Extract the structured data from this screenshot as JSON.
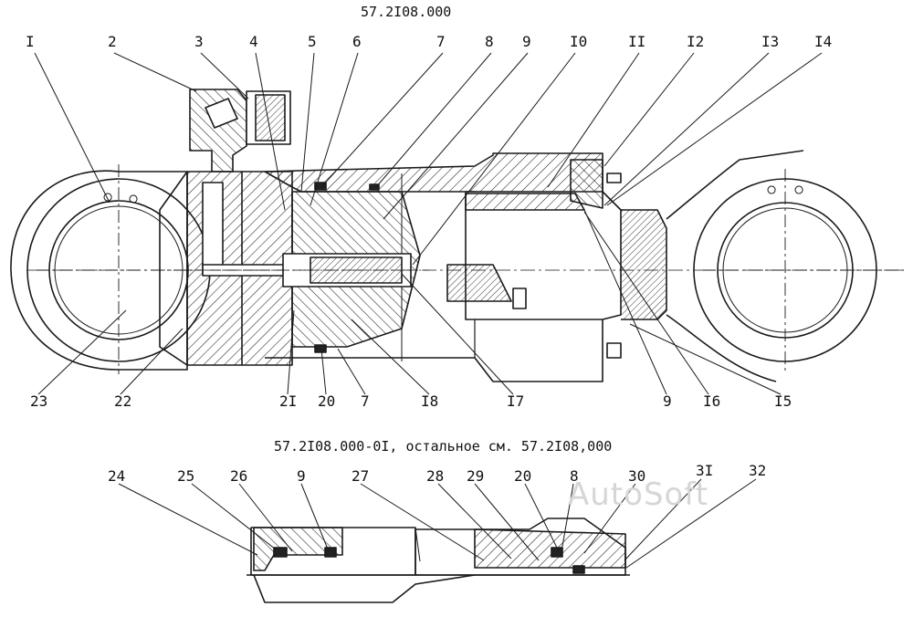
{
  "drawing": {
    "title": "57.2I08.000",
    "variant_caption": "57.2I08.000-0I, остальное см. 57.2I08,000",
    "watermark": "AutoSoft",
    "main_view": {
      "top_callouts": [
        "I",
        "2",
        "3",
        "4",
        "5",
        "6",
        "7",
        "8",
        "9",
        "I0",
        "II",
        "I2",
        "I3",
        "I4"
      ],
      "bottom_callouts": [
        "23",
        "22",
        "2I",
        "20",
        "7",
        "I8",
        "I7",
        "9",
        "I6",
        "I5"
      ]
    },
    "section_view": {
      "callouts": [
        "24",
        "25",
        "26",
        "9",
        "27",
        "28",
        "29",
        "20",
        "8",
        "30",
        "3I",
        "32"
      ]
    }
  }
}
